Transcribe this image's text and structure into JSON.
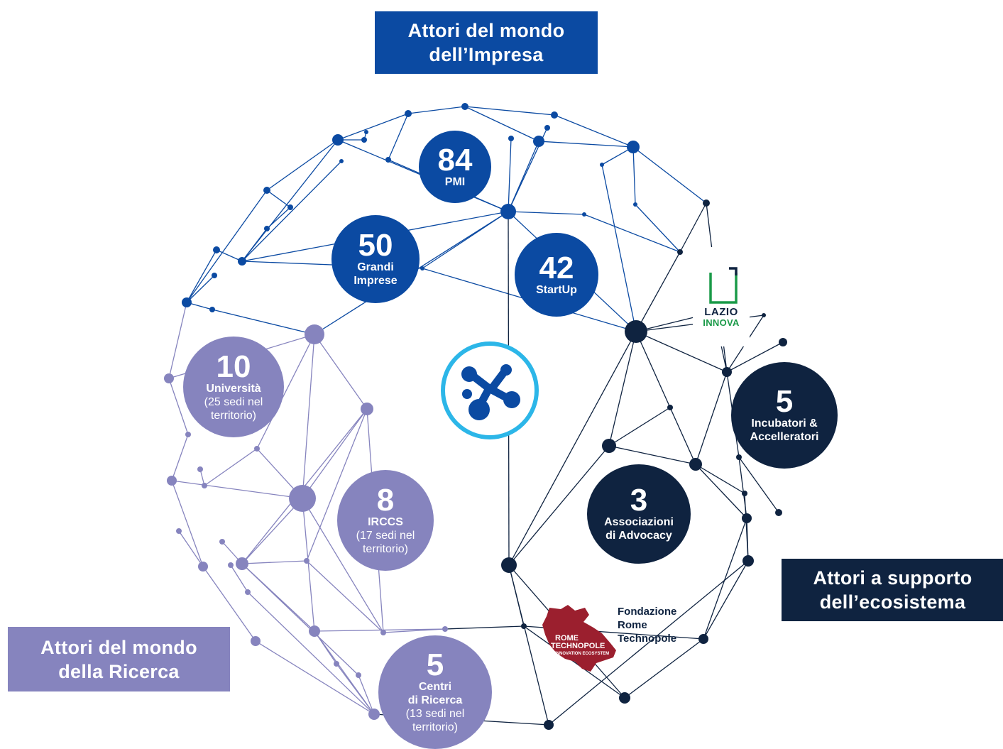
{
  "groups": {
    "impresa": "Attori del mondo\ndell’Impresa",
    "impresa_lines": [
      "Attori del mondo",
      "dell’Impresa"
    ],
    "ricerca_lines": [
      "Attori del mondo",
      "della Ricerca"
    ],
    "supporto_lines": [
      "Attori a supporto",
      "dell’ecosistema"
    ]
  },
  "bubbles": {
    "pmi": {
      "num": "84",
      "label": "PMI"
    },
    "grandi": {
      "num": "50",
      "label1": "Grandi",
      "label2": "Imprese"
    },
    "startup": {
      "num": "42",
      "label": "StartUp"
    },
    "univ": {
      "num": "10",
      "label": "Università",
      "sub1": "(25 sedi nel",
      "sub2": "territorio)"
    },
    "irccs": {
      "num": "8",
      "label": "IRCCS",
      "sub1": "(17 sedi nel",
      "sub2": "territorio)"
    },
    "incub": {
      "num": "5",
      "label1": "Incubatori &",
      "label2": "Accelleratori"
    },
    "assoc": {
      "num": "3",
      "label1": "Associazioni",
      "label2": "di Advocacy"
    },
    "centri": {
      "num": "5",
      "label1": "Centri",
      "label2": "di Ricerca",
      "sub1": "(13 sedi nel",
      "sub2": "territorio)"
    }
  },
  "logos": {
    "lazio": "LAZIO",
    "innova": "INNOVA",
    "rome_map_text1": "ROME",
    "rome_map_text2": "TECHNOPOLE",
    "rome_map_text3": "INNOVATION ECOSYSTEM",
    "rome_name": [
      "Fondazione",
      "Rome",
      "Technopole"
    ]
  },
  "colors": {
    "impresa": "#0b4aa2",
    "ricerca": "#8684be",
    "supporto": "#0f2340",
    "center_ring": "#2cb6e8",
    "innova_green": "#1a9a48",
    "rome_red": "#9b1f2e"
  }
}
